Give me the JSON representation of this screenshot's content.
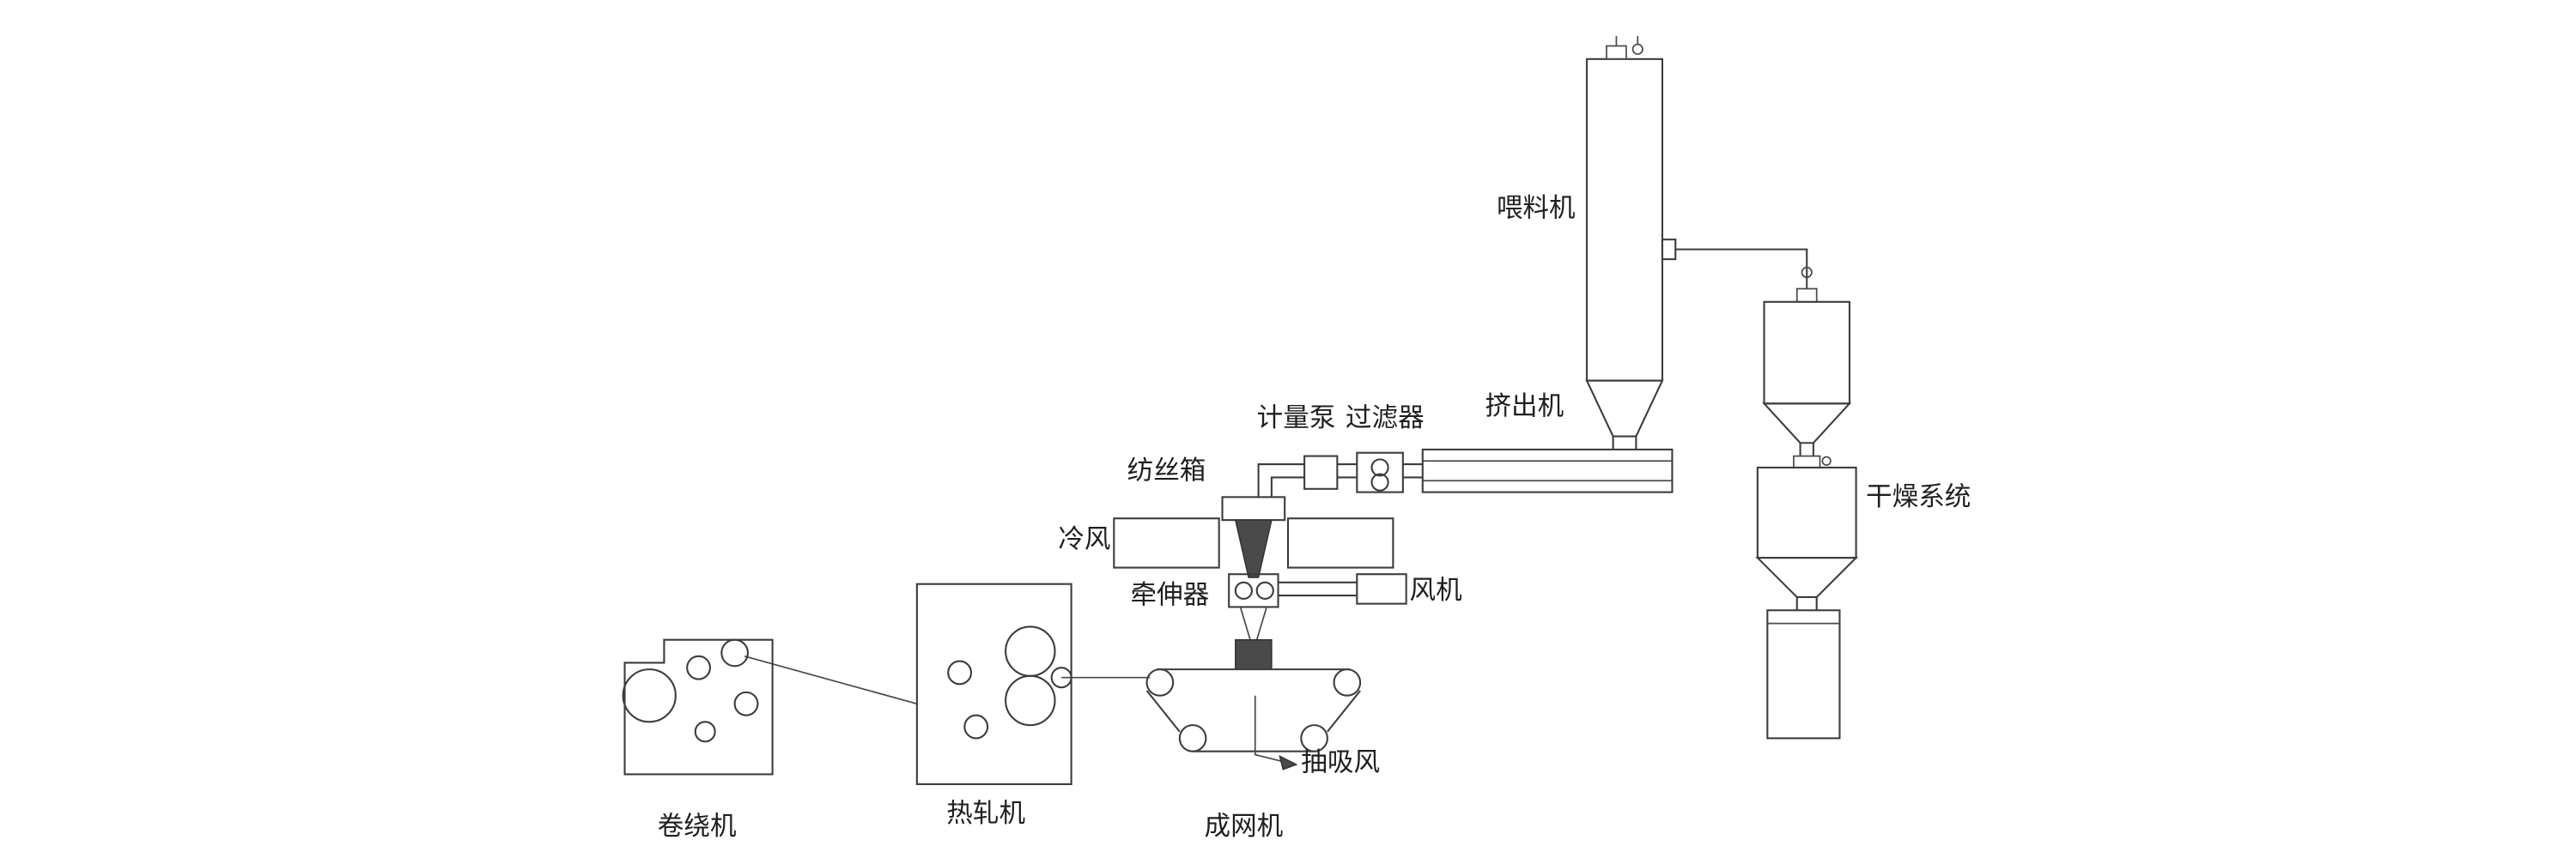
{
  "diagram": {
    "labels": {
      "feeder": "喂料机",
      "extruder": "挤出机",
      "drying_system": "干燥系统",
      "metering_pump": "计量泵",
      "filter": "过滤器",
      "spin_box": "纺丝箱",
      "cold_air": "冷风",
      "attenuator": "牵伸器",
      "fan": "风机",
      "suction_air": "抽吸风",
      "web_former": "成网机",
      "calender": "热轧机",
      "winder": "卷绕机"
    },
    "colors": {
      "line": "#3d3d3d",
      "dark_fill": "#4a4a4a",
      "text": "#1f1f1f",
      "background": "#ffffff"
    }
  }
}
